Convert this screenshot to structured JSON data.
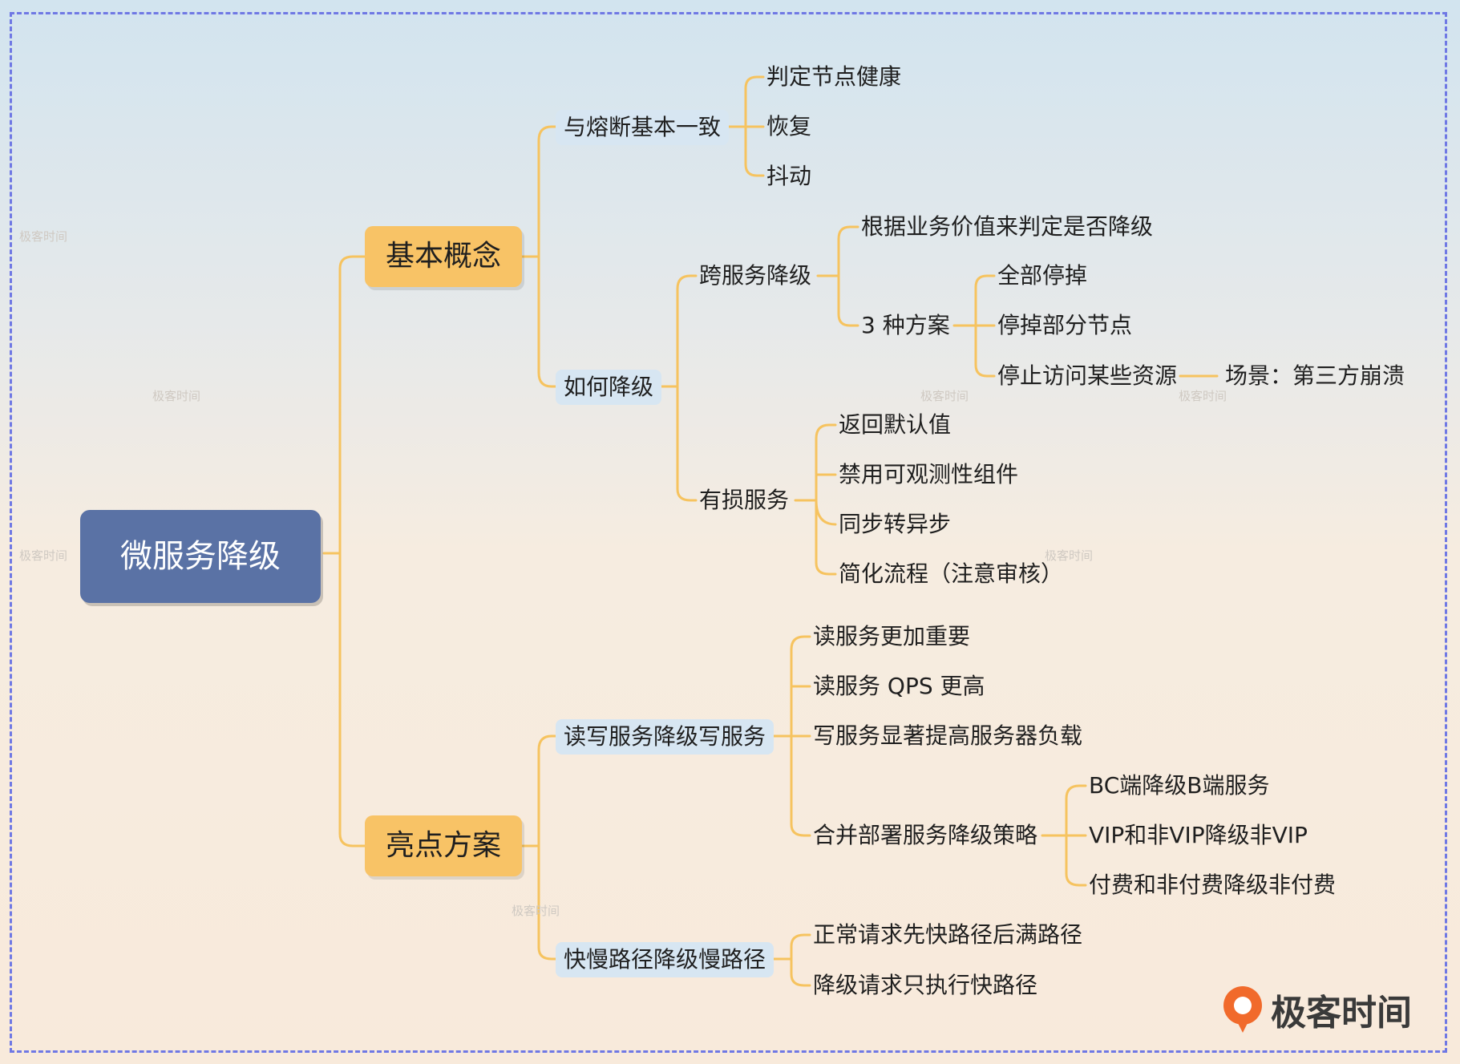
{
  "root": "微服务降级",
  "basic": {
    "title": "基本概念",
    "fuse": {
      "label": "与熔断基本一致",
      "items": [
        "判定节点健康",
        "恢复",
        "抖动"
      ]
    },
    "how": {
      "label": "如何降级",
      "cross": {
        "label": "跨服务降级",
        "by_value": "根据业务价值来判定是否降级",
        "plans": {
          "label": "3 种方案",
          "items": [
            "全部停掉",
            "停掉部分节点",
            "停止访问某些资源"
          ],
          "scenario": "场景：第三方崩溃"
        }
      },
      "lossy": {
        "label": "有损服务",
        "items": [
          "返回默认值",
          "禁用可观测性组件",
          "同步转异步",
          "简化流程（注意审核）"
        ]
      }
    }
  },
  "highlight": {
    "title": "亮点方案",
    "rw": {
      "label": "读写服务降级写服务",
      "items": [
        "读服务更加重要",
        "读服务 QPS 更高",
        "写服务显著提高服务器负载"
      ],
      "merge": {
        "label": "合并部署服务降级策略",
        "items": [
          "BC端降级B端服务",
          "VIP和非VIP降级非VIP",
          "付费和非付费降级非付费"
        ]
      }
    },
    "path": {
      "label": "快慢路径降级慢路径",
      "items": [
        "正常请求先快路径后满路径",
        "降级请求只执行快路径"
      ]
    }
  },
  "watermark": "极客时间",
  "brand": "极客时间",
  "colors": {
    "line": "#f6c35f",
    "l1_fill": "#f8c366",
    "l2_fill": "#d7e6f2",
    "root_fill": "#5a72a5",
    "frame": "#6f78e4"
  }
}
